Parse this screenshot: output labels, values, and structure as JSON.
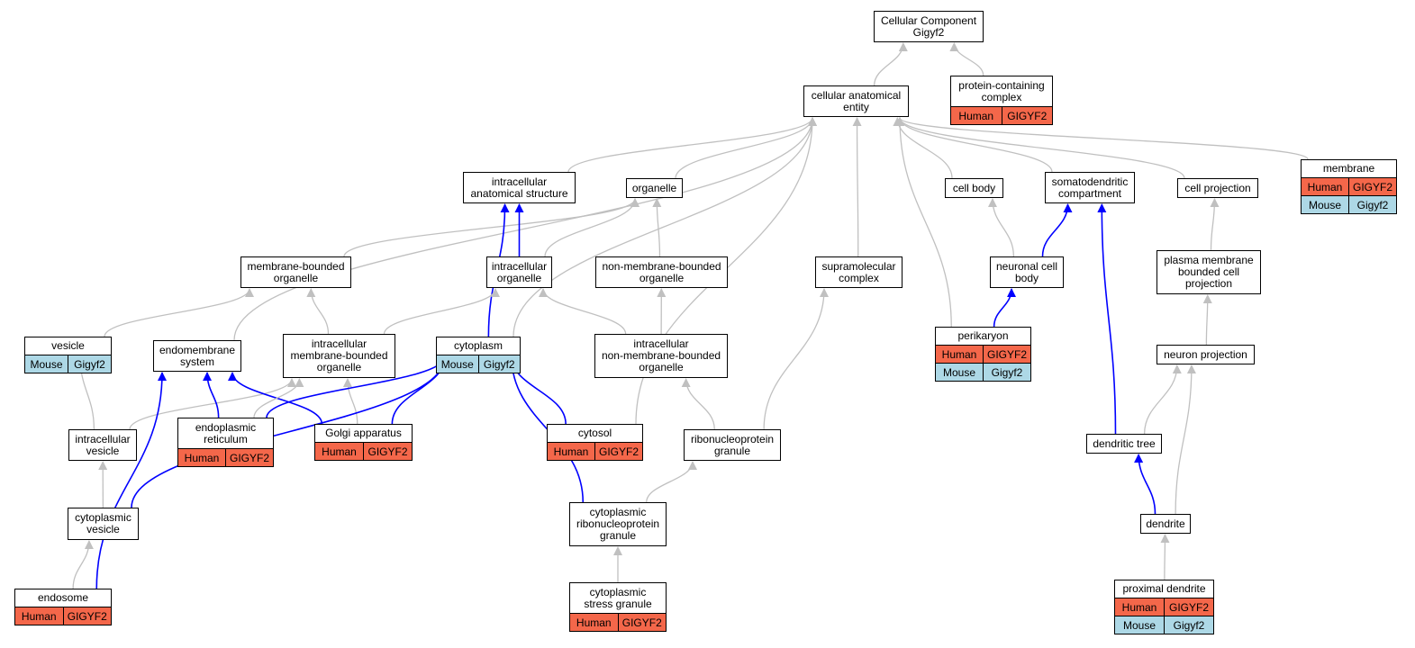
{
  "colors": {
    "human": "#f4674a",
    "mouse": "#add8e6",
    "edge_gray": "#c0c0c0",
    "edge_blue": "#0000ff"
  },
  "nodes": {
    "root": {
      "label": "Cellular Component\nGigyf2"
    },
    "protein_complex": {
      "label": "protein-containing\ncomplex",
      "human": [
        "Human",
        "GIGYF2"
      ]
    },
    "cae": {
      "label": "cellular anatomical\nentity"
    },
    "membrane": {
      "label": "membrane",
      "human": [
        "Human",
        "GIGYF2"
      ],
      "mouse": [
        "Mouse",
        "Gigyf2"
      ]
    },
    "ias": {
      "label": "intracellular\nanatomical structure"
    },
    "organelle": {
      "label": "organelle"
    },
    "cell_body": {
      "label": "cell body"
    },
    "somatodendritic": {
      "label": "somatodendritic\ncompartment"
    },
    "cell_projection": {
      "label": "cell projection"
    },
    "mbo": {
      "label": "membrane-bounded\norganelle"
    },
    "io": {
      "label": "intracellular\norganelle"
    },
    "nmbo": {
      "label": "non-membrane-bounded\norganelle"
    },
    "supramolecular": {
      "label": "supramolecular\ncomplex"
    },
    "ncb": {
      "label": "neuronal cell\nbody"
    },
    "pmbcp": {
      "label": "plasma membrane\nbounded cell\nprojection"
    },
    "vesicle": {
      "label": "vesicle",
      "mouse": [
        "Mouse",
        "Gigyf2"
      ]
    },
    "endomembrane": {
      "label": "endomembrane\nsystem"
    },
    "imbo": {
      "label": "intracellular\nmembrane-bounded\norganelle"
    },
    "cytoplasm": {
      "label": "cytoplasm",
      "mouse": [
        "Mouse",
        "Gigyf2"
      ]
    },
    "inmbo": {
      "label": "intracellular\nnon-membrane-bounded\norganelle"
    },
    "perikaryon": {
      "label": "perikaryon",
      "human": [
        "Human",
        "GIGYF2"
      ],
      "mouse": [
        "Mouse",
        "Gigyf2"
      ]
    },
    "neuron_projection": {
      "label": "neuron projection"
    },
    "iv": {
      "label": "intracellular\nvesicle"
    },
    "er": {
      "label": "endoplasmic\nreticulum",
      "human": [
        "Human",
        "GIGYF2"
      ]
    },
    "golgi": {
      "label": "Golgi apparatus",
      "human": [
        "Human",
        "GIGYF2"
      ]
    },
    "cytosol": {
      "label": "cytosol",
      "human": [
        "Human",
        "GIGYF2"
      ]
    },
    "rnp": {
      "label": "ribonucleoprotein\ngranule"
    },
    "dendritic_tree": {
      "label": "dendritic tree"
    },
    "cv": {
      "label": "cytoplasmic\nvesicle"
    },
    "crnp": {
      "label": "cytoplasmic\nribonucleoprotein\ngranule"
    },
    "dendrite": {
      "label": "dendrite"
    },
    "endosome": {
      "label": "endosome",
      "human": [
        "Human",
        "GIGYF2"
      ]
    },
    "csg": {
      "label": "cytoplasmic\nstress granule",
      "human": [
        "Human",
        "GIGYF2"
      ]
    },
    "proximal_dendrite": {
      "label": "proximal dendrite",
      "human": [
        "Human",
        "GIGYF2"
      ],
      "mouse": [
        "Mouse",
        "Gigyf2"
      ]
    }
  },
  "edges": [
    {
      "from": "cae",
      "to": "root",
      "color": "gray"
    },
    {
      "from": "protein_complex",
      "to": "root",
      "color": "gray"
    },
    {
      "from": "membrane",
      "to": "cae",
      "color": "gray"
    },
    {
      "from": "ias",
      "to": "cae",
      "color": "gray"
    },
    {
      "from": "organelle",
      "to": "cae",
      "color": "gray"
    },
    {
      "from": "cell_body",
      "to": "cae",
      "color": "gray"
    },
    {
      "from": "somatodendritic",
      "to": "cae",
      "color": "gray"
    },
    {
      "from": "cell_projection",
      "to": "cae",
      "color": "gray"
    },
    {
      "from": "supramolecular",
      "to": "cae",
      "color": "gray"
    },
    {
      "from": "perikaryon",
      "to": "cae",
      "color": "gray"
    },
    {
      "from": "endomembrane",
      "to": "cae",
      "color": "gray"
    },
    {
      "from": "cytoplasm",
      "to": "cae",
      "color": "gray"
    },
    {
      "from": "cytosol",
      "to": "cae",
      "color": "gray"
    },
    {
      "from": "mbo",
      "to": "organelle",
      "color": "gray"
    },
    {
      "from": "io",
      "to": "organelle",
      "color": "gray"
    },
    {
      "from": "nmbo",
      "to": "organelle",
      "color": "gray"
    },
    {
      "from": "io",
      "to": "ias",
      "color": "blue"
    },
    {
      "from": "cytoplasm",
      "to": "ias",
      "color": "blue"
    },
    {
      "from": "ncb",
      "to": "cell_body",
      "color": "gray"
    },
    {
      "from": "ncb",
      "to": "somatodendritic",
      "color": "blue"
    },
    {
      "from": "dendritic_tree",
      "to": "somatodendritic",
      "color": "blue"
    },
    {
      "from": "pmbcp",
      "to": "cell_projection",
      "color": "gray"
    },
    {
      "from": "vesicle",
      "to": "mbo",
      "color": "gray"
    },
    {
      "from": "imbo",
      "to": "mbo",
      "color": "gray"
    },
    {
      "from": "imbo",
      "to": "io",
      "color": "gray"
    },
    {
      "from": "inmbo",
      "to": "io",
      "color": "gray"
    },
    {
      "from": "inmbo",
      "to": "nmbo",
      "color": "gray"
    },
    {
      "from": "rnp",
      "to": "supramolecular",
      "color": "gray"
    },
    {
      "from": "perikaryon",
      "to": "ncb",
      "color": "blue"
    },
    {
      "from": "neuron_projection",
      "to": "pmbcp",
      "color": "gray"
    },
    {
      "from": "iv",
      "to": "vesicle",
      "color": "gray"
    },
    {
      "from": "iv",
      "to": "imbo",
      "color": "gray"
    },
    {
      "from": "er",
      "to": "endomembrane",
      "color": "blue"
    },
    {
      "from": "golgi",
      "to": "endomembrane",
      "color": "blue"
    },
    {
      "from": "endosome",
      "to": "endomembrane",
      "color": "blue"
    },
    {
      "from": "er",
      "to": "imbo",
      "color": "gray"
    },
    {
      "from": "golgi",
      "to": "imbo",
      "color": "gray"
    },
    {
      "from": "er",
      "to": "cytoplasm",
      "color": "blue"
    },
    {
      "from": "golgi",
      "to": "cytoplasm",
      "color": "blue"
    },
    {
      "from": "cytosol",
      "to": "cytoplasm",
      "color": "blue"
    },
    {
      "from": "cv",
      "to": "cytoplasm",
      "color": "blue"
    },
    {
      "from": "crnp",
      "to": "cytoplasm",
      "color": "blue"
    },
    {
      "from": "rnp",
      "to": "inmbo",
      "color": "gray"
    },
    {
      "from": "dendritic_tree",
      "to": "neuron_projection",
      "color": "gray"
    },
    {
      "from": "dendrite",
      "to": "neuron_projection",
      "color": "gray"
    },
    {
      "from": "dendrite",
      "to": "dendritic_tree",
      "color": "blue"
    },
    {
      "from": "cv",
      "to": "iv",
      "color": "gray"
    },
    {
      "from": "crnp",
      "to": "rnp",
      "color": "gray"
    },
    {
      "from": "endosome",
      "to": "cv",
      "color": "gray"
    },
    {
      "from": "csg",
      "to": "crnp",
      "color": "gray"
    },
    {
      "from": "proximal_dendrite",
      "to": "dendrite",
      "color": "gray"
    }
  ]
}
